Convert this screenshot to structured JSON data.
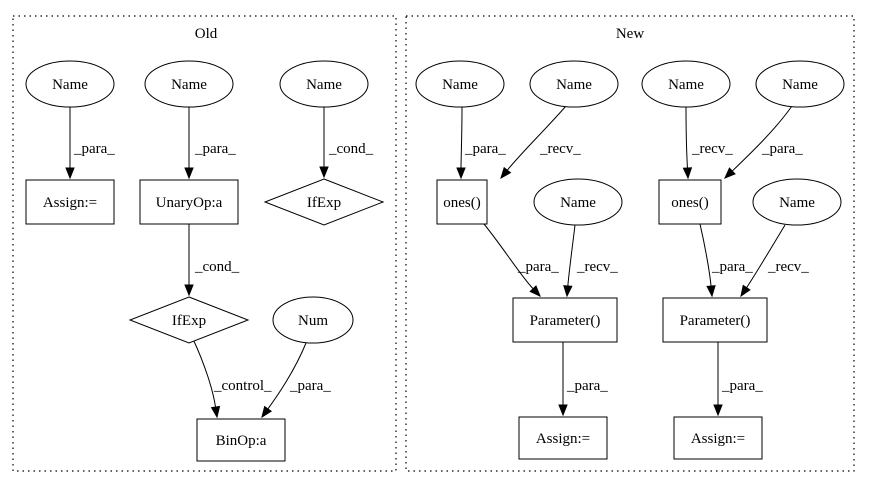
{
  "clusters": [
    {
      "id": "old",
      "label": "Old"
    },
    {
      "id": "new",
      "label": "New"
    }
  ],
  "nodes": [
    {
      "id": "o_name1",
      "label": "Name",
      "shape": "ellipse"
    },
    {
      "id": "o_name2",
      "label": "Name",
      "shape": "ellipse"
    },
    {
      "id": "o_name3",
      "label": "Name",
      "shape": "ellipse"
    },
    {
      "id": "o_assign",
      "label": "Assign:=",
      "shape": "box"
    },
    {
      "id": "o_unary",
      "label": "UnaryOp:a",
      "shape": "box"
    },
    {
      "id": "o_ifexp_top",
      "label": "IfExp",
      "shape": "diamond"
    },
    {
      "id": "o_ifexp",
      "label": "IfExp",
      "shape": "diamond"
    },
    {
      "id": "o_num",
      "label": "Num",
      "shape": "ellipse"
    },
    {
      "id": "o_binop",
      "label": "BinOp:a",
      "shape": "box"
    },
    {
      "id": "n_name1",
      "label": "Name",
      "shape": "ellipse"
    },
    {
      "id": "n_name2",
      "label": "Name",
      "shape": "ellipse"
    },
    {
      "id": "n_name3",
      "label": "Name",
      "shape": "ellipse"
    },
    {
      "id": "n_name4",
      "label": "Name",
      "shape": "ellipse"
    },
    {
      "id": "n_ones1",
      "label": "ones()",
      "shape": "box"
    },
    {
      "id": "n_ones2",
      "label": "ones()",
      "shape": "box"
    },
    {
      "id": "n_name5",
      "label": "Name",
      "shape": "ellipse"
    },
    {
      "id": "n_name6",
      "label": "Name",
      "shape": "ellipse"
    },
    {
      "id": "n_param1",
      "label": "Parameter()",
      "shape": "box"
    },
    {
      "id": "n_param2",
      "label": "Parameter()",
      "shape": "box"
    },
    {
      "id": "n_assign1",
      "label": "Assign:=",
      "shape": "box"
    },
    {
      "id": "n_assign2",
      "label": "Assign:=",
      "shape": "box"
    }
  ],
  "edges": [
    {
      "from": "o_name1",
      "to": "o_assign",
      "label": "_para_"
    },
    {
      "from": "o_name2",
      "to": "o_unary",
      "label": "_para_"
    },
    {
      "from": "o_name3",
      "to": "o_ifexp_top",
      "label": "_cond_"
    },
    {
      "from": "o_unary",
      "to": "o_ifexp",
      "label": "_cond_"
    },
    {
      "from": "o_ifexp",
      "to": "o_binop",
      "label": "_control_"
    },
    {
      "from": "o_num",
      "to": "o_binop",
      "label": "_para_"
    },
    {
      "from": "n_name1",
      "to": "n_ones1",
      "label": "_para_"
    },
    {
      "from": "n_name2",
      "to": "n_ones1",
      "label": "_recv_"
    },
    {
      "from": "n_name3",
      "to": "n_ones2",
      "label": "_recv_"
    },
    {
      "from": "n_name4",
      "to": "n_ones2",
      "label": "_para_"
    },
    {
      "from": "n_ones1",
      "to": "n_param1",
      "label": "_para_"
    },
    {
      "from": "n_name5",
      "to": "n_param1",
      "label": "_recv_"
    },
    {
      "from": "n_ones2",
      "to": "n_param2",
      "label": "_para_"
    },
    {
      "from": "n_name6",
      "to": "n_param2",
      "label": "_recv_"
    },
    {
      "from": "n_param1",
      "to": "n_assign1",
      "label": "_para_"
    },
    {
      "from": "n_param2",
      "to": "n_assign2",
      "label": "_para_"
    }
  ]
}
